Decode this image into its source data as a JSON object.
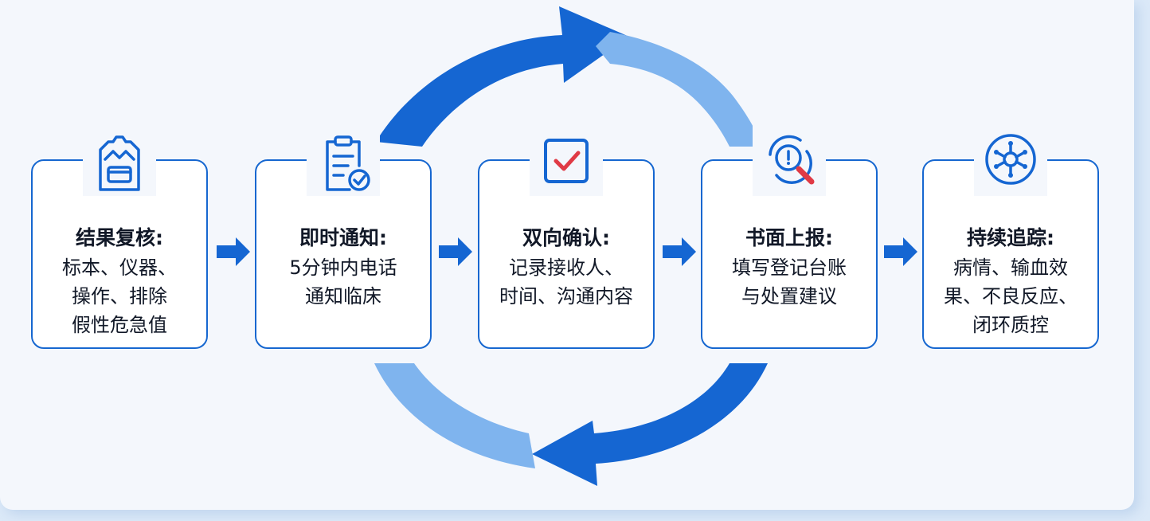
{
  "colors": {
    "primary": "#1667d0",
    "light_arrow": "#7fb4ee",
    "accent_red": "#e03a45",
    "background": "#f4f7fc"
  },
  "steps": [
    {
      "icon": "medical-kit-icon",
      "title": "结果复核:",
      "lines": [
        "标本、仪器、",
        "操作、排除",
        "假性危急值"
      ]
    },
    {
      "icon": "clipboard-check-icon",
      "title": "即时通知:",
      "lines": [
        "5分钟内电话",
        "通知临床"
      ]
    },
    {
      "icon": "checkbox-check-icon",
      "title": "双向确认:",
      "lines": [
        "记录接收人、",
        "时间、沟通内容"
      ]
    },
    {
      "icon": "magnifier-alert-icon",
      "title": "书面上报:",
      "lines": [
        "填写登记台账",
        "与处置建议"
      ]
    },
    {
      "icon": "virus-target-icon",
      "title": "持续追踪:",
      "lines": [
        "病情、输血效",
        "果、不良反应、",
        "闭环质控"
      ]
    }
  ]
}
